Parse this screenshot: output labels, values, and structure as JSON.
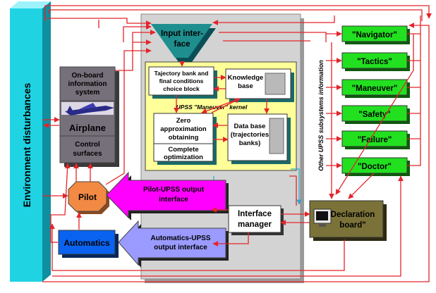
{
  "environment": "Environment disturbances",
  "input_interface": [
    "Input inter-",
    "face"
  ],
  "onboard_system": [
    "On-board",
    "information",
    "system"
  ],
  "airplane": "Airplane",
  "control_surfaces": [
    "Control",
    "surfaces"
  ],
  "trajectory_block": [
    "Tajectory bank and",
    "final conditions",
    "choice block"
  ],
  "knowledge_base": [
    "Knowledge",
    "base"
  ],
  "kernel_label": "UPSS \"Maneuver\" kernel",
  "zero_approx": [
    "Zero",
    "approximation",
    "obtaining"
  ],
  "complete_opt": [
    "Complete",
    "optimization"
  ],
  "data_base": [
    "Data base",
    "(trajectories",
    "banks)"
  ],
  "pilot": "Pilot",
  "pilot_output": [
    "Pilot-UPSS output",
    "interface"
  ],
  "automatics": "Automatics",
  "automatics_output": [
    "Automatics-UPSS",
    "output interface"
  ],
  "interface_manager": [
    "Interface",
    "manager"
  ],
  "declaration_board": [
    "Declaration",
    "board\""
  ],
  "other_subsystems": "Other UPSS subsystems information",
  "subsystems": [
    "\"Navigator\"",
    "\"Tactics\"",
    "\"Maneuver\"",
    "\"Safety\"",
    "\"Failure\"",
    "\"Doctor\""
  ],
  "colors": {
    "arrow": "#e4242a",
    "subsystem_green": "#22e020",
    "environment_cyan": "#1fd3e3",
    "kernel_yellow": "#ffff99",
    "pilot_orange": "#f28a44",
    "pilot_interface_magenta": "#ff00ff",
    "automatics_blue": "#0a63f0",
    "automatics_interface_lavender": "#9b9bff",
    "declaration_olive": "#7a7238",
    "airplane_gray": "#76707a"
  }
}
